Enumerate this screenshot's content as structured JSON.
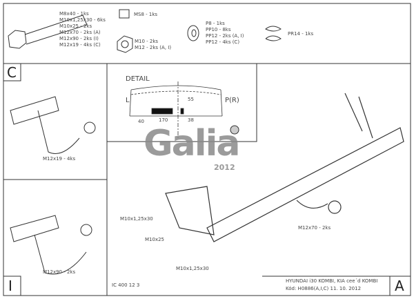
{
  "parts": {
    "bolt": [
      "M8x40 - 1ks",
      "M10x1,25x30 - 6ks",
      "M10x25 - 2ks",
      "M12x70 - 2ks (A)",
      "M12x90 - 2ks (I)",
      "M12x19 - 4ks (C)"
    ],
    "ms8": "MS8 - 1ks",
    "nuts": [
      "M10 - 2ks",
      "M12 - 2ks (A, I)"
    ],
    "washers": [
      "P8 - 1ks",
      "PP10 - 8ks",
      "PP12 - 2ks (A, I)",
      "PP12 - 4ks (C)"
    ],
    "spring": "PR14 - 1ks"
  },
  "panels": {
    "c": "C",
    "i": "I",
    "a": "A"
  },
  "detail": {
    "title": "DETAIL",
    "left": "L",
    "right": "P(R)",
    "dims": [
      "55",
      "170",
      "38",
      "40"
    ]
  },
  "labels": {
    "c_bolt": "M12x19 - 4ks",
    "i_bolt": "M12x90 - 2ks",
    "a_bolt": "M12x70 - 2ks",
    "b1": "M10x1,25x30",
    "b2": "M10x25",
    "b3": "M10x1,25x30"
  },
  "logo": {
    "text": "Galia",
    "year": "2012"
  },
  "footer": {
    "code": "IC 400 12 3",
    "model": "HYUNDAI i30 KOMBI, KIA cee´d KOMBI",
    "kod": "Kód: H0886(A,I,C)  11. 10. 2012"
  }
}
